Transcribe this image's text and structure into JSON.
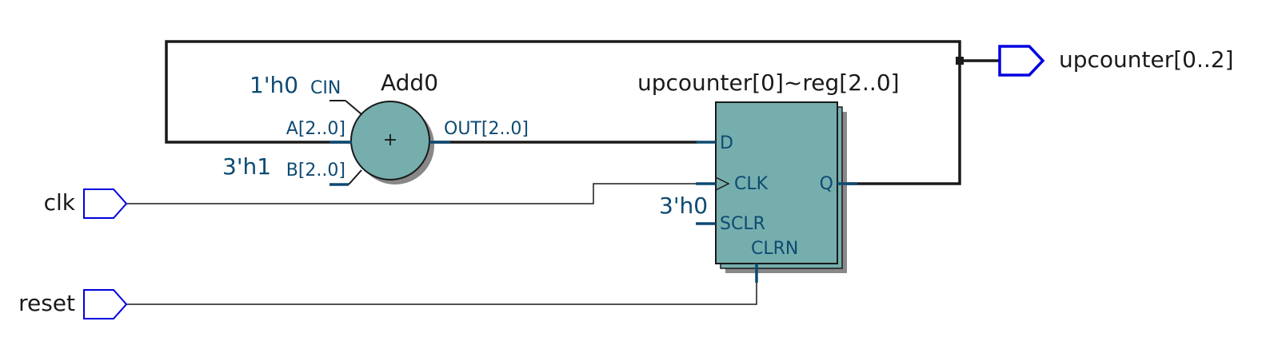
{
  "ports": {
    "clk": "clk",
    "reset": "reset",
    "upcounter": "upcounter[0..2]"
  },
  "adder": {
    "name": "Add0",
    "symbol": "+",
    "cin_pin": "CIN",
    "cin_const": "1'h0",
    "a_pin": "A[2..0]",
    "b_pin": "B[2..0]",
    "b_const": "3'h1",
    "out_pin": "OUT[2..0]"
  },
  "register": {
    "name": "upcounter[0]~reg[2..0]",
    "d_pin": "D",
    "clk_pin": "CLK",
    "q_pin": "Q",
    "sclr_pin": "SCLR",
    "sclr_const": "3'h0",
    "clrn_pin": "CLRN"
  },
  "colors": {
    "block_fill": "#75AEAD",
    "block_shadow": "#888888",
    "pin_label": "#0E4A72",
    "port_outline": "#0000E0",
    "bus_wire": "#1A1A1A",
    "pin_stub": "#0E4A72"
  },
  "icons": {
    "input_port": "input-pin-pentagon-icon",
    "output_port": "output-pin-pentagon-icon",
    "clock_edge": "clock-edge-triangle-icon"
  }
}
